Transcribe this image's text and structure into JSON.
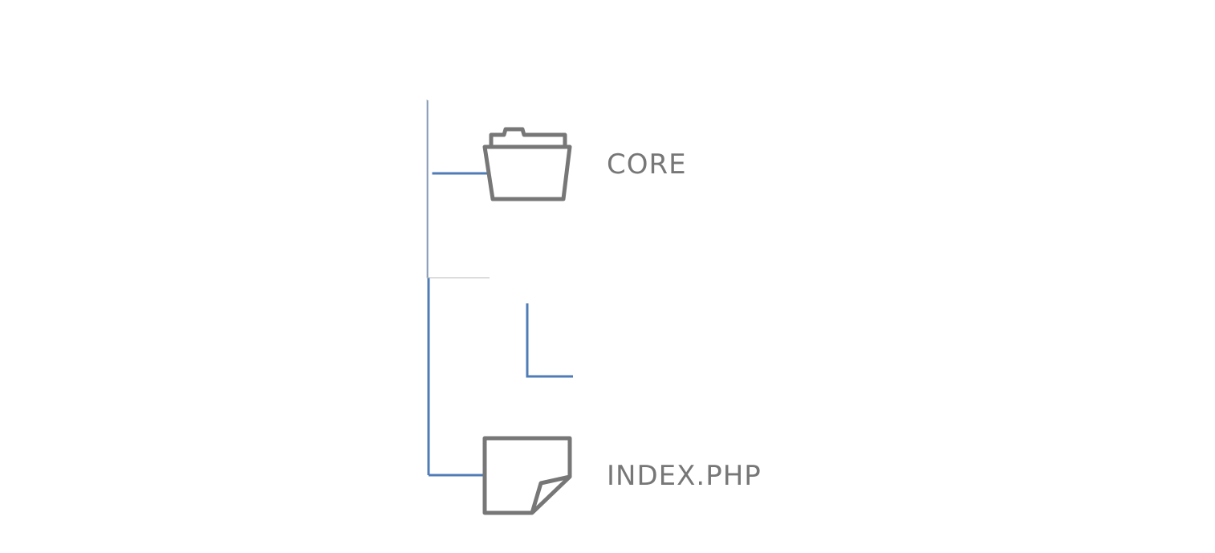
{
  "tree": {
    "nodes": [
      {
        "id": "core",
        "label": "CORE",
        "kind": "folder",
        "icon": "folder-open-icon"
      },
      {
        "id": "index",
        "label": "INDEX.PHP",
        "kind": "file",
        "icon": "file-page-curl-icon"
      }
    ]
  },
  "colors": {
    "connector": "#4f7cb7",
    "icon_stroke": "#777777",
    "text": "#777777",
    "overlay_line": "#9a9a9a"
  }
}
